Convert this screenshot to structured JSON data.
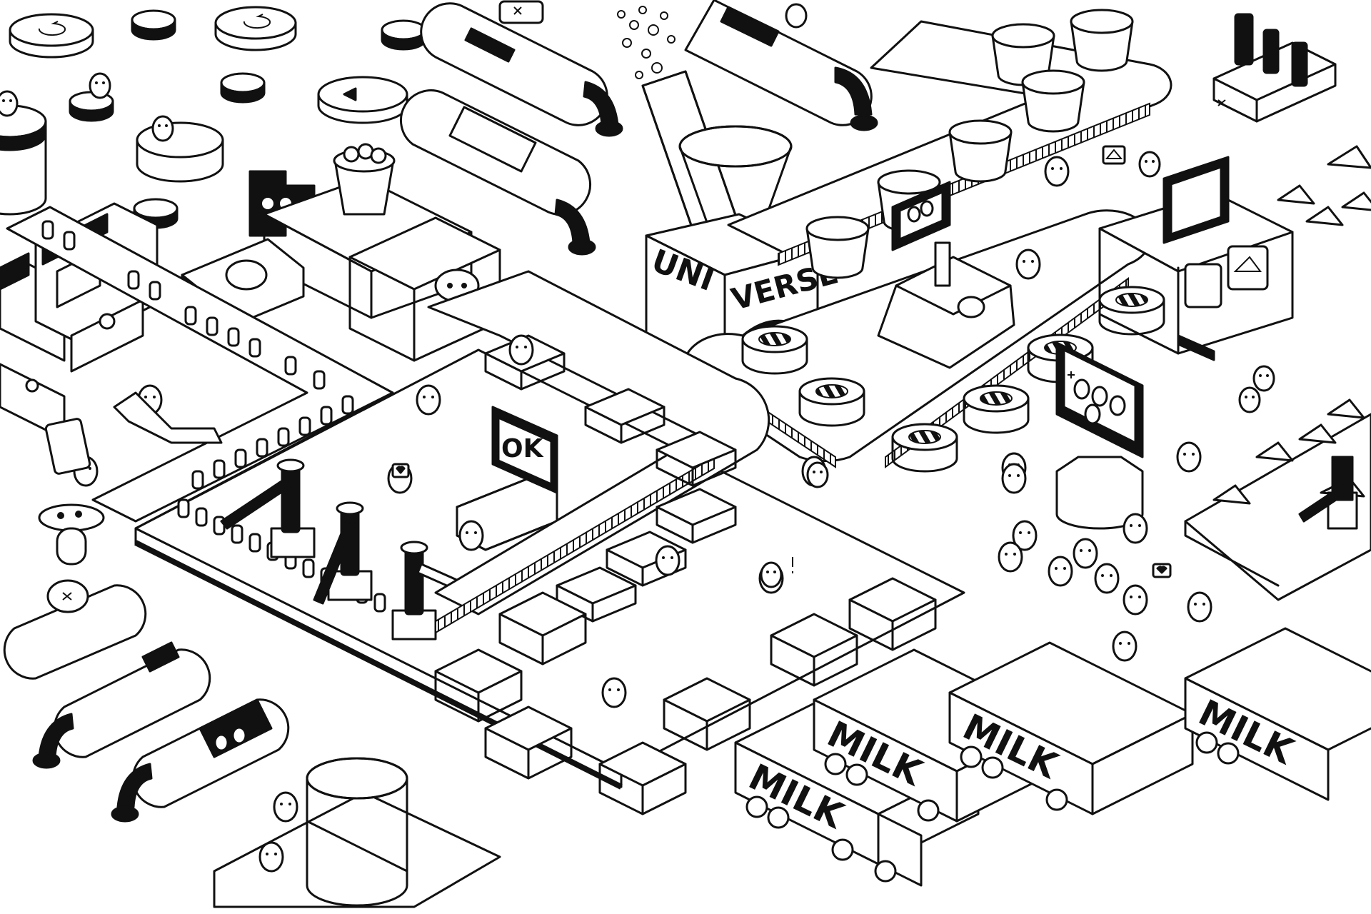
{
  "scene": {
    "colors": {
      "ink": "#111111",
      "paper": "#ffffff"
    },
    "labels": {
      "universe_left": "UNI",
      "universe_right": "VERSE",
      "ok_sign": "OK",
      "truck_label": "MILK"
    },
    "icons": [
      "circle-arrow-icon",
      "play-triangle-icon",
      "x-mark-icon",
      "heart-icon",
      "exclamation-icon",
      "sparkle-icon",
      "cheese-icon"
    ]
  }
}
